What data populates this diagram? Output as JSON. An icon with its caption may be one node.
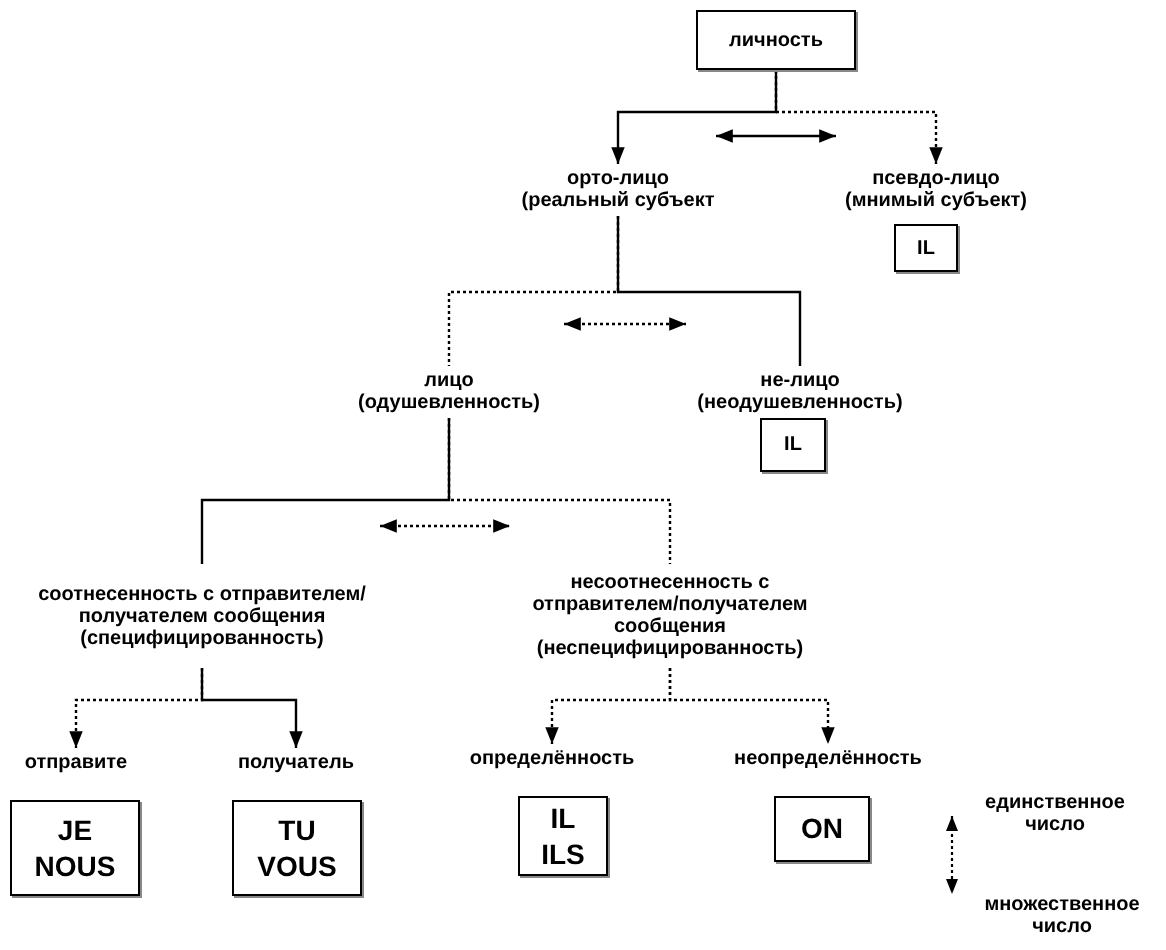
{
  "diagram": {
    "nodes": [
      {
        "text": [
          "личность"
        ]
      },
      {
        "text": [
          "орто-лицо (реальный субъект"
        ]
      },
      {
        "text": [
          "псевдо-лицо (мнимый субъект)"
        ]
      },
      {
        "text": [
          "IL"
        ]
      },
      {
        "text": [
          "лицо (одушевленность)"
        ]
      },
      {
        "text": [
          "не-лицо (неодушевленность)"
        ]
      },
      {
        "text": [
          "IL"
        ]
      },
      {
        "text": [
          "соотнесенность с отправителем/получателем сообщения (специфицированность)"
        ]
      },
      {
        "text": [
          "несоотнесенность с отправителем/получателем сообщения (неспецифицированность)"
        ]
      },
      {
        "text": [
          "отправите"
        ]
      },
      {
        "text": [
          "получатель"
        ]
      },
      {
        "text": [
          "определённость"
        ]
      },
      {
        "text": [
          "неопределённость"
        ]
      },
      {
        "text": [
          "JE NOUS"
        ]
      },
      {
        "text": [
          "TU VOUS"
        ]
      },
      {
        "text": [
          "IL ILS"
        ]
      },
      {
        "text": [
          "ON"
        ]
      }
    ],
    "edges": [
      {
        "from": 1,
        "to": 2,
        "arrow": "both"
      },
      {
        "from": 4,
        "to": 5,
        "arrow": "both",
        "style": "dashed"
      },
      {
        "from": 7,
        "to": 8,
        "arrow": "both",
        "style": "dashed"
      },
      {
        "from": 0,
        "to": 1,
        "arrow": "to"
      },
      {
        "from": 0,
        "to": 2,
        "arrow": "to",
        "style": "dashed"
      },
      {
        "from": 1,
        "to": 4,
        "arrow": "none",
        "style": "dashed"
      },
      {
        "from": 1,
        "to": 5,
        "arrow": "none"
      },
      {
        "from": 4,
        "to": 7,
        "arrow": "none"
      },
      {
        "from": 4,
        "to": 8,
        "arrow": "none",
        "style": "dashed"
      },
      {
        "from": 7,
        "to": 9,
        "arrow": "to",
        "style": "dashed"
      },
      {
        "from": 7,
        "to": 10,
        "arrow": "to"
      },
      {
        "from": 8,
        "to": 11,
        "arrow": "to",
        "style": "dashed"
      },
      {
        "from": 8,
        "to": 12,
        "arrow": "to",
        "style": "dashed"
      }
    ],
    "labels": [
      "единственное число",
      "множественное число"
    ]
  }
}
